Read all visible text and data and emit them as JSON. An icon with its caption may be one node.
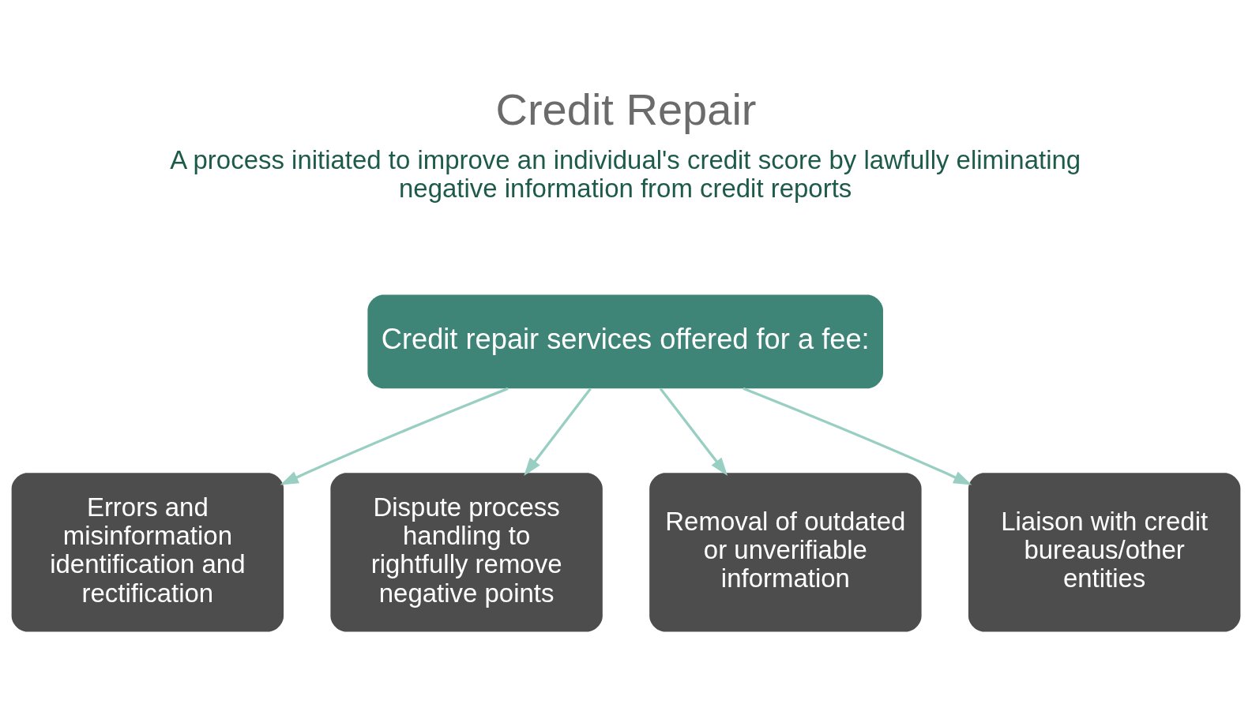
{
  "diagram": {
    "title": "Credit Repair",
    "nodes": [
      {
        "text": [
          "Credit repair services offered for a fee:"
        ]
      },
      {
        "text": [
          "Errors and misinformation identification and rectification"
        ]
      },
      {
        "text": [
          "Dispute process handling to rightfully remove negative points"
        ]
      },
      {
        "text": [
          "Removal of outdated or unverifiable information"
        ]
      },
      {
        "text": [
          "Liaison with credit bureaus/other entities"
        ]
      }
    ],
    "edges": [
      {
        "from": 0,
        "to": 1,
        "arrow": "to"
      },
      {
        "from": 0,
        "to": 2,
        "arrow": "to"
      },
      {
        "from": 0,
        "to": 3,
        "arrow": "to"
      },
      {
        "from": 0,
        "to": 4,
        "arrow": "to"
      }
    ],
    "labels": [
      "A process initiated to improve an individual's credit score by lawfully eliminating negative information from credit reports"
    ]
  }
}
